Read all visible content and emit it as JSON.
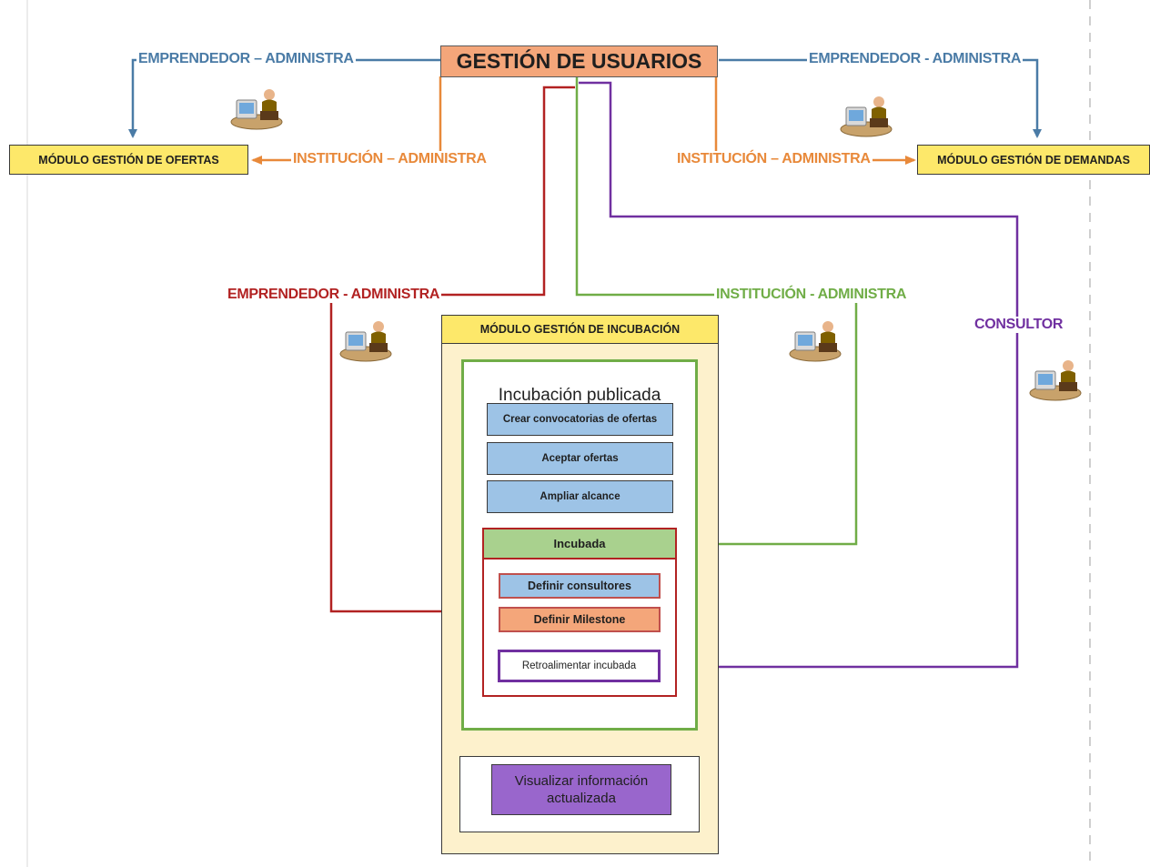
{
  "colors": {
    "blue": "#4a7ba6",
    "orange": "#e8893a",
    "red": "#b22222",
    "green": "#70ad47",
    "purple": "#7030a0",
    "yellow": "#fde86a",
    "cream": "#fdf1cc",
    "salmon": "#f4a67a",
    "light_blue": "#9dc3e6",
    "light_green": "#a9d18e",
    "lavender": "#9966cc"
  },
  "header": {
    "title": "GESTIÓN DE USUARIOS"
  },
  "modules": {
    "ofertas": "MÓDULO GESTIÓN DE OFERTAS",
    "demandas": "MÓDULO GESTIÓN DE DEMANDAS",
    "incubacion": "MÓDULO GESTIÓN DE INCUBACIÓN"
  },
  "labels": {
    "emprendedor_left": "EMPRENDEDOR – ADMINISTRA",
    "emprendedor_right": "EMPRENDEDOR - ADMINISTRA",
    "institucion_left": "INSTITUCIÓN – ADMINISTRA",
    "institucion_right": "INSTITUCIÓN – ADMINISTRA",
    "emprendedor_center": "EMPRENDEDOR - ADMINISTRA",
    "institucion_center": "INSTITUCIÓN - ADMINISTRA",
    "consultor": "CONSULTOR"
  },
  "incubacion": {
    "publicada_title": "Incubación publicada",
    "publicada_items": [
      "Crear convocatorias de ofertas",
      "Aceptar ofertas",
      "Ampliar alcance"
    ],
    "incubada_title": "Incubada",
    "definir_consultores": "Definir consultores",
    "definir_milestone": "Definir Milestone",
    "retroalimentar": "Retroalimentar incubada",
    "visualizar": "Visualizar información actualizada"
  },
  "icons": [
    "person-at-computer-icon"
  ]
}
